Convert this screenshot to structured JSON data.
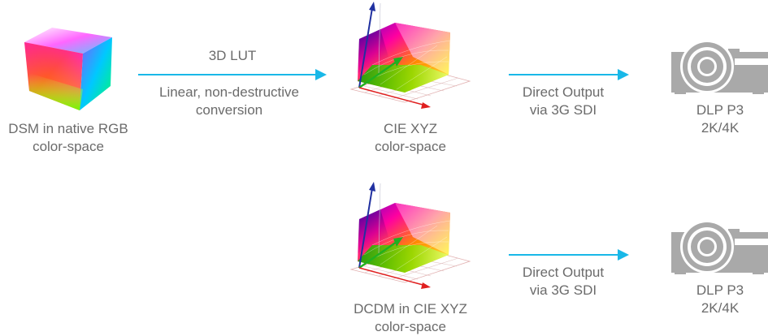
{
  "colors": {
    "arrow": "#19b8e8",
    "text": "#6b6b6b",
    "projector_body": "#a9a9a9",
    "projector_lens": "#ffffff"
  },
  "row1": {
    "source_caption_line1": "DSM in native RGB",
    "source_caption_line2": "color-space",
    "lut_label": "3D LUT",
    "conversion_line1": "Linear, non-destructive",
    "conversion_line2": "conversion",
    "cie_caption_line1": "CIE XYZ",
    "cie_caption_line2": "color-space",
    "output_line1": "Direct Output",
    "output_line2": "via 3G SDI",
    "projector_line1": "DLP P3",
    "projector_line2": "2K/4K"
  },
  "row2": {
    "cie_caption_line1": "DCDM in CIE XYZ",
    "cie_caption_line2": "color-space",
    "output_line1": "Direct Output",
    "output_line2": "via 3G SDI",
    "projector_line1": "DLP P3",
    "projector_line2": "2K/4K"
  },
  "icons": {
    "rgb_cube": "rgb-color-cube-icon",
    "cie_gamut": "cie-xyz-gamut-plot-icon",
    "projector": "projector-icon"
  }
}
